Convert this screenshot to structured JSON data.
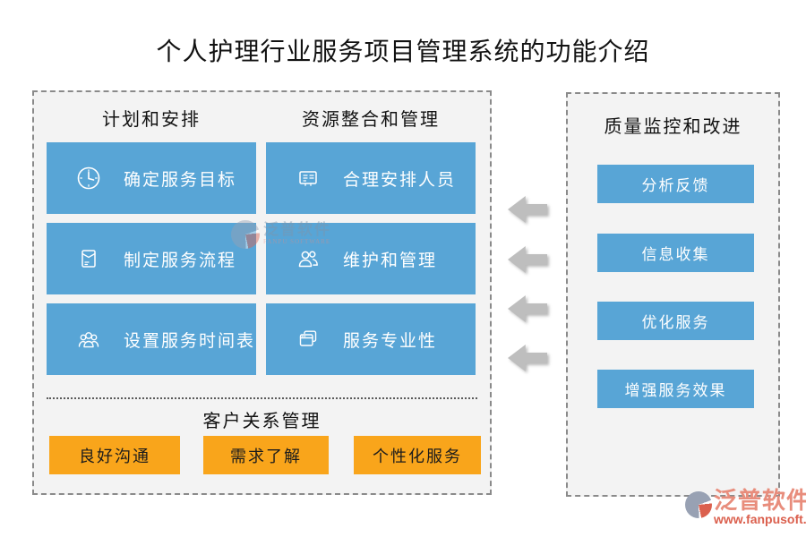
{
  "title": "个人护理行业服务项目管理系统的功能介绍",
  "colors": {
    "box_blue": "#58A5D6",
    "box_orange": "#F9A51B",
    "arrow_gray": "#BEBEBE",
    "panel_bg": "#F3F3F3",
    "border_gray": "#8A8A8A",
    "logo_pink": "#E88D7C",
    "logo_red": "#DB604E",
    "logo_gray": "#98A1B3"
  },
  "left_panel": {
    "sections": [
      {
        "header": "计划和安排",
        "items": [
          {
            "icon": "clock-icon",
            "label": "确定服务目标"
          },
          {
            "icon": "note-icon",
            "label": "制定服务流程"
          },
          {
            "icon": "group-icon",
            "label": "设置服务时间表"
          }
        ]
      },
      {
        "header": "资源整合和管理",
        "items": [
          {
            "icon": "board-icon",
            "label": "合理安排人员"
          },
          {
            "icon": "people-icon",
            "label": "维护和管理"
          },
          {
            "icon": "windows-icon",
            "label": "服务专业性"
          }
        ]
      }
    ],
    "crm": {
      "header": "客户关系管理",
      "items": [
        "良好沟通",
        "需求了解",
        "个性化服务"
      ]
    }
  },
  "arrows": {
    "icon": "left-arrow-icon"
  },
  "right_panel": {
    "header": "质量监控和改进",
    "items": [
      "分析反馈",
      "信息收集",
      "优化服务",
      "增强服务效果"
    ]
  },
  "watermark": {
    "name": "泛普软件",
    "subtitle": "FANPU SOFTWARE"
  },
  "footer_logo": {
    "name": "泛普软件",
    "url": "www.fanpusoft.com"
  }
}
